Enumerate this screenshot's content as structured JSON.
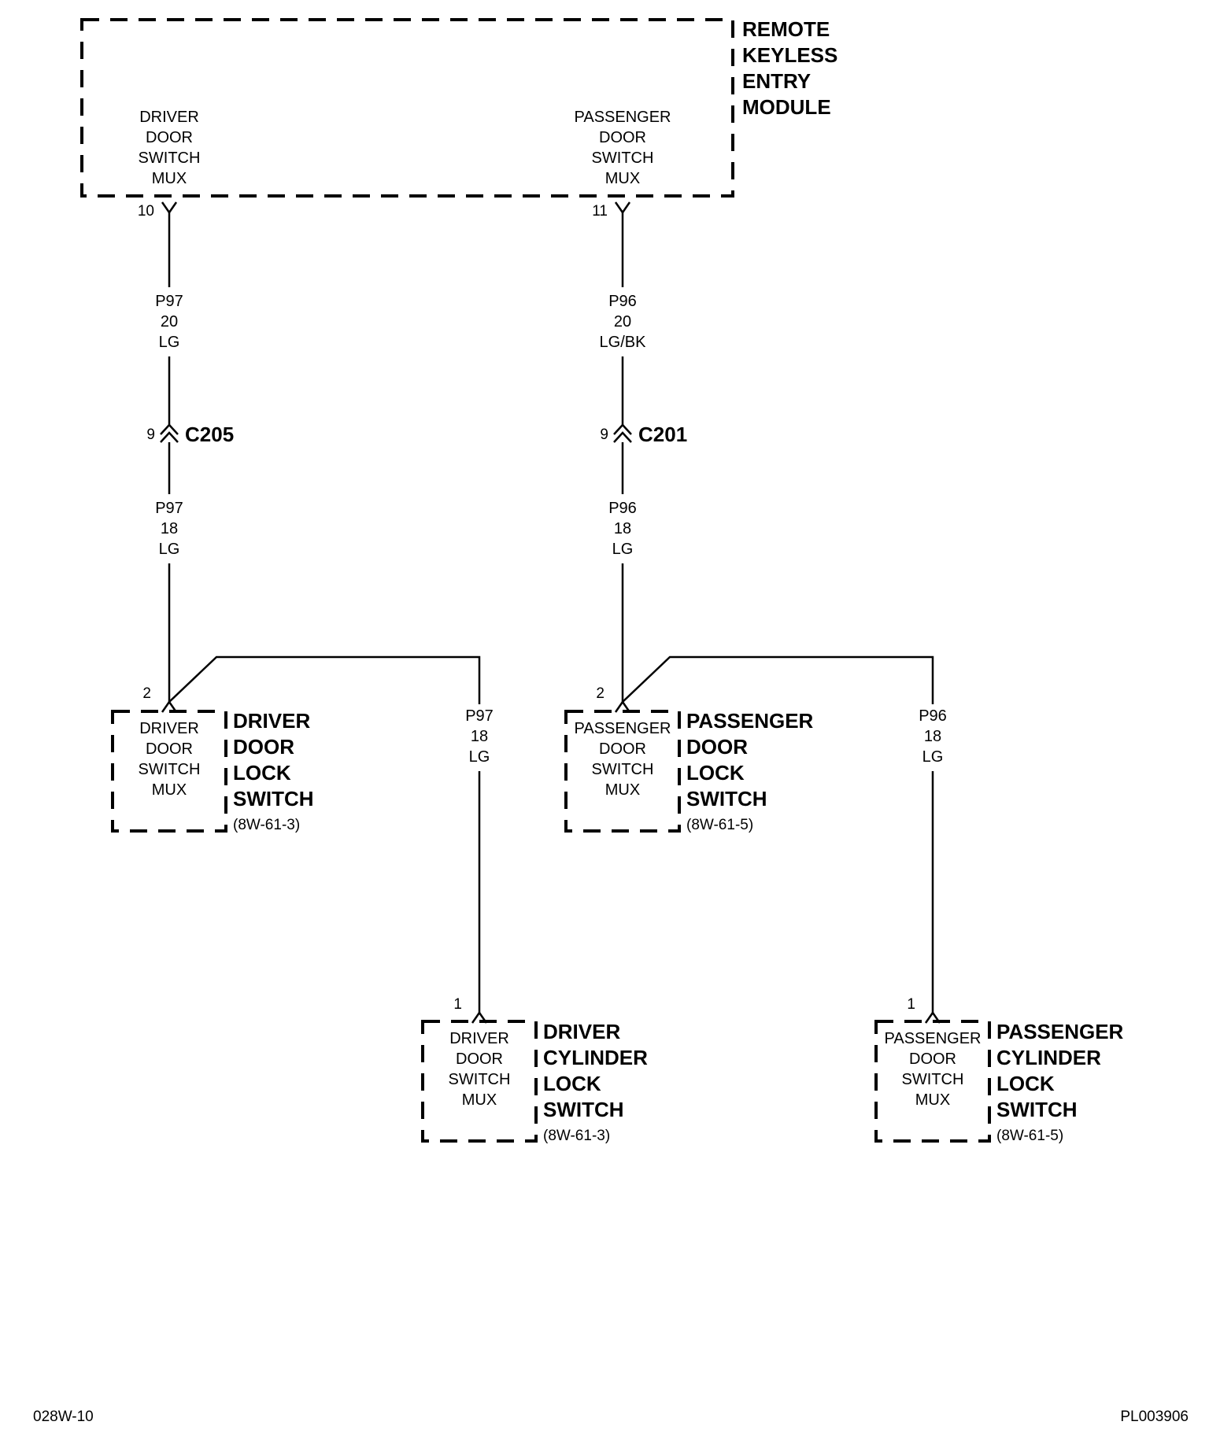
{
  "module": {
    "name_lines": [
      "REMOTE",
      "KEYLESS",
      "ENTRY",
      "MODULE"
    ],
    "driver_circuit_lines": [
      "DRIVER",
      "DOOR",
      "SWITCH",
      "MUX"
    ],
    "passenger_circuit_lines": [
      "PASSENGER",
      "DOOR",
      "SWITCH",
      "MUX"
    ],
    "driver_pin": "10",
    "passenger_pin": "11"
  },
  "driver_branch": {
    "wire_upper": [
      "P97",
      "20",
      "LG"
    ],
    "connector_pin": "9",
    "connector_name": "C205",
    "wire_lower": [
      "P97",
      "18",
      "LG"
    ],
    "wire_to_cylinder": [
      "P97",
      "18",
      "LG"
    ]
  },
  "passenger_branch": {
    "wire_upper": [
      "P96",
      "20",
      "LG/BK"
    ],
    "connector_pin": "9",
    "connector_name": "C201",
    "wire_lower": [
      "P96",
      "18",
      "LG"
    ],
    "wire_to_cylinder": [
      "P96",
      "18",
      "LG"
    ]
  },
  "components": [
    {
      "id": "driver-door-lock-switch",
      "pin": "2",
      "inner_lines": [
        "DRIVER",
        "DOOR",
        "SWITCH",
        "MUX"
      ],
      "name_lines": [
        "DRIVER",
        "DOOR",
        "LOCK",
        "SWITCH"
      ],
      "reference": "(8W-61-3)"
    },
    {
      "id": "passenger-door-lock-switch",
      "pin": "2",
      "inner_lines": [
        "PASSENGER",
        "DOOR",
        "SWITCH",
        "MUX"
      ],
      "name_lines": [
        "PASSENGER",
        "DOOR",
        "LOCK",
        "SWITCH"
      ],
      "reference": "(8W-61-5)"
    },
    {
      "id": "driver-cylinder-lock-switch",
      "pin": "1",
      "inner_lines": [
        "DRIVER",
        "DOOR",
        "SWITCH",
        "MUX"
      ],
      "name_lines": [
        "DRIVER",
        "CYLINDER",
        "LOCK",
        "SWITCH"
      ],
      "reference": "(8W-61-3)"
    },
    {
      "id": "passenger-cylinder-lock-switch",
      "pin": "1",
      "inner_lines": [
        "PASSENGER",
        "DOOR",
        "SWITCH",
        "MUX"
      ],
      "name_lines": [
        "PASSENGER",
        "CYLINDER",
        "LOCK",
        "SWITCH"
      ],
      "reference": "(8W-61-5)"
    }
  ],
  "footer": {
    "left_code": "028W-10",
    "right_code": "PL003906"
  }
}
